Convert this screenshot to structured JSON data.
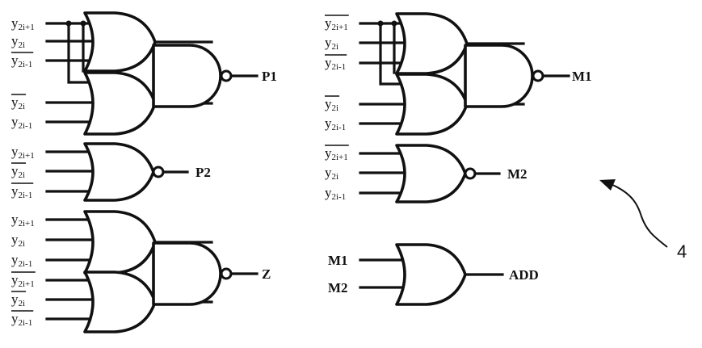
{
  "input_terms": {
    "y2ip1": {
      "base": "y",
      "sub": "2i+1"
    },
    "y2i": {
      "base": "y",
      "sub": "2i"
    },
    "y2im1": {
      "base": "y",
      "sub": "2i-1"
    }
  },
  "outputs": {
    "p1": "P1",
    "p2": "P2",
    "z": "Z",
    "m1": "M1",
    "m2": "M2",
    "add": "ADD"
  },
  "add_inputs": [
    "M1",
    "M2"
  ],
  "reference_numeral": "4",
  "circuits": [
    {
      "id": "p1",
      "inputs": [
        {
          "term": "y2ip1",
          "bar": false
        },
        {
          "term": "y2i",
          "bar": false
        },
        {
          "term": "y2im1",
          "bar": true
        },
        {
          "term": "y2i",
          "bar": true
        },
        {
          "term": "y2im1",
          "bar": false
        }
      ]
    },
    {
      "id": "p2",
      "inputs": [
        {
          "term": "y2ip1",
          "bar": false
        },
        {
          "term": "y2i",
          "bar": true
        },
        {
          "term": "y2im1",
          "bar": true
        }
      ]
    },
    {
      "id": "z",
      "inputs": [
        {
          "term": "y2ip1",
          "bar": false
        },
        {
          "term": "y2i",
          "bar": false
        },
        {
          "term": "y2im1",
          "bar": false
        },
        {
          "term": "y2ip1",
          "bar": true
        },
        {
          "term": "y2i",
          "bar": true
        },
        {
          "term": "y2im1",
          "bar": true
        }
      ]
    },
    {
      "id": "m1",
      "inputs": [
        {
          "term": "y2ip1",
          "bar": true
        },
        {
          "term": "y2i",
          "bar": false
        },
        {
          "term": "y2im1",
          "bar": true
        },
        {
          "term": "y2i",
          "bar": true
        },
        {
          "term": "y2im1",
          "bar": false
        }
      ]
    },
    {
      "id": "m2",
      "inputs": [
        {
          "term": "y2ip1",
          "bar": true
        },
        {
          "term": "y2i",
          "bar": false
        },
        {
          "term": "y2im1",
          "bar": false
        }
      ]
    }
  ]
}
